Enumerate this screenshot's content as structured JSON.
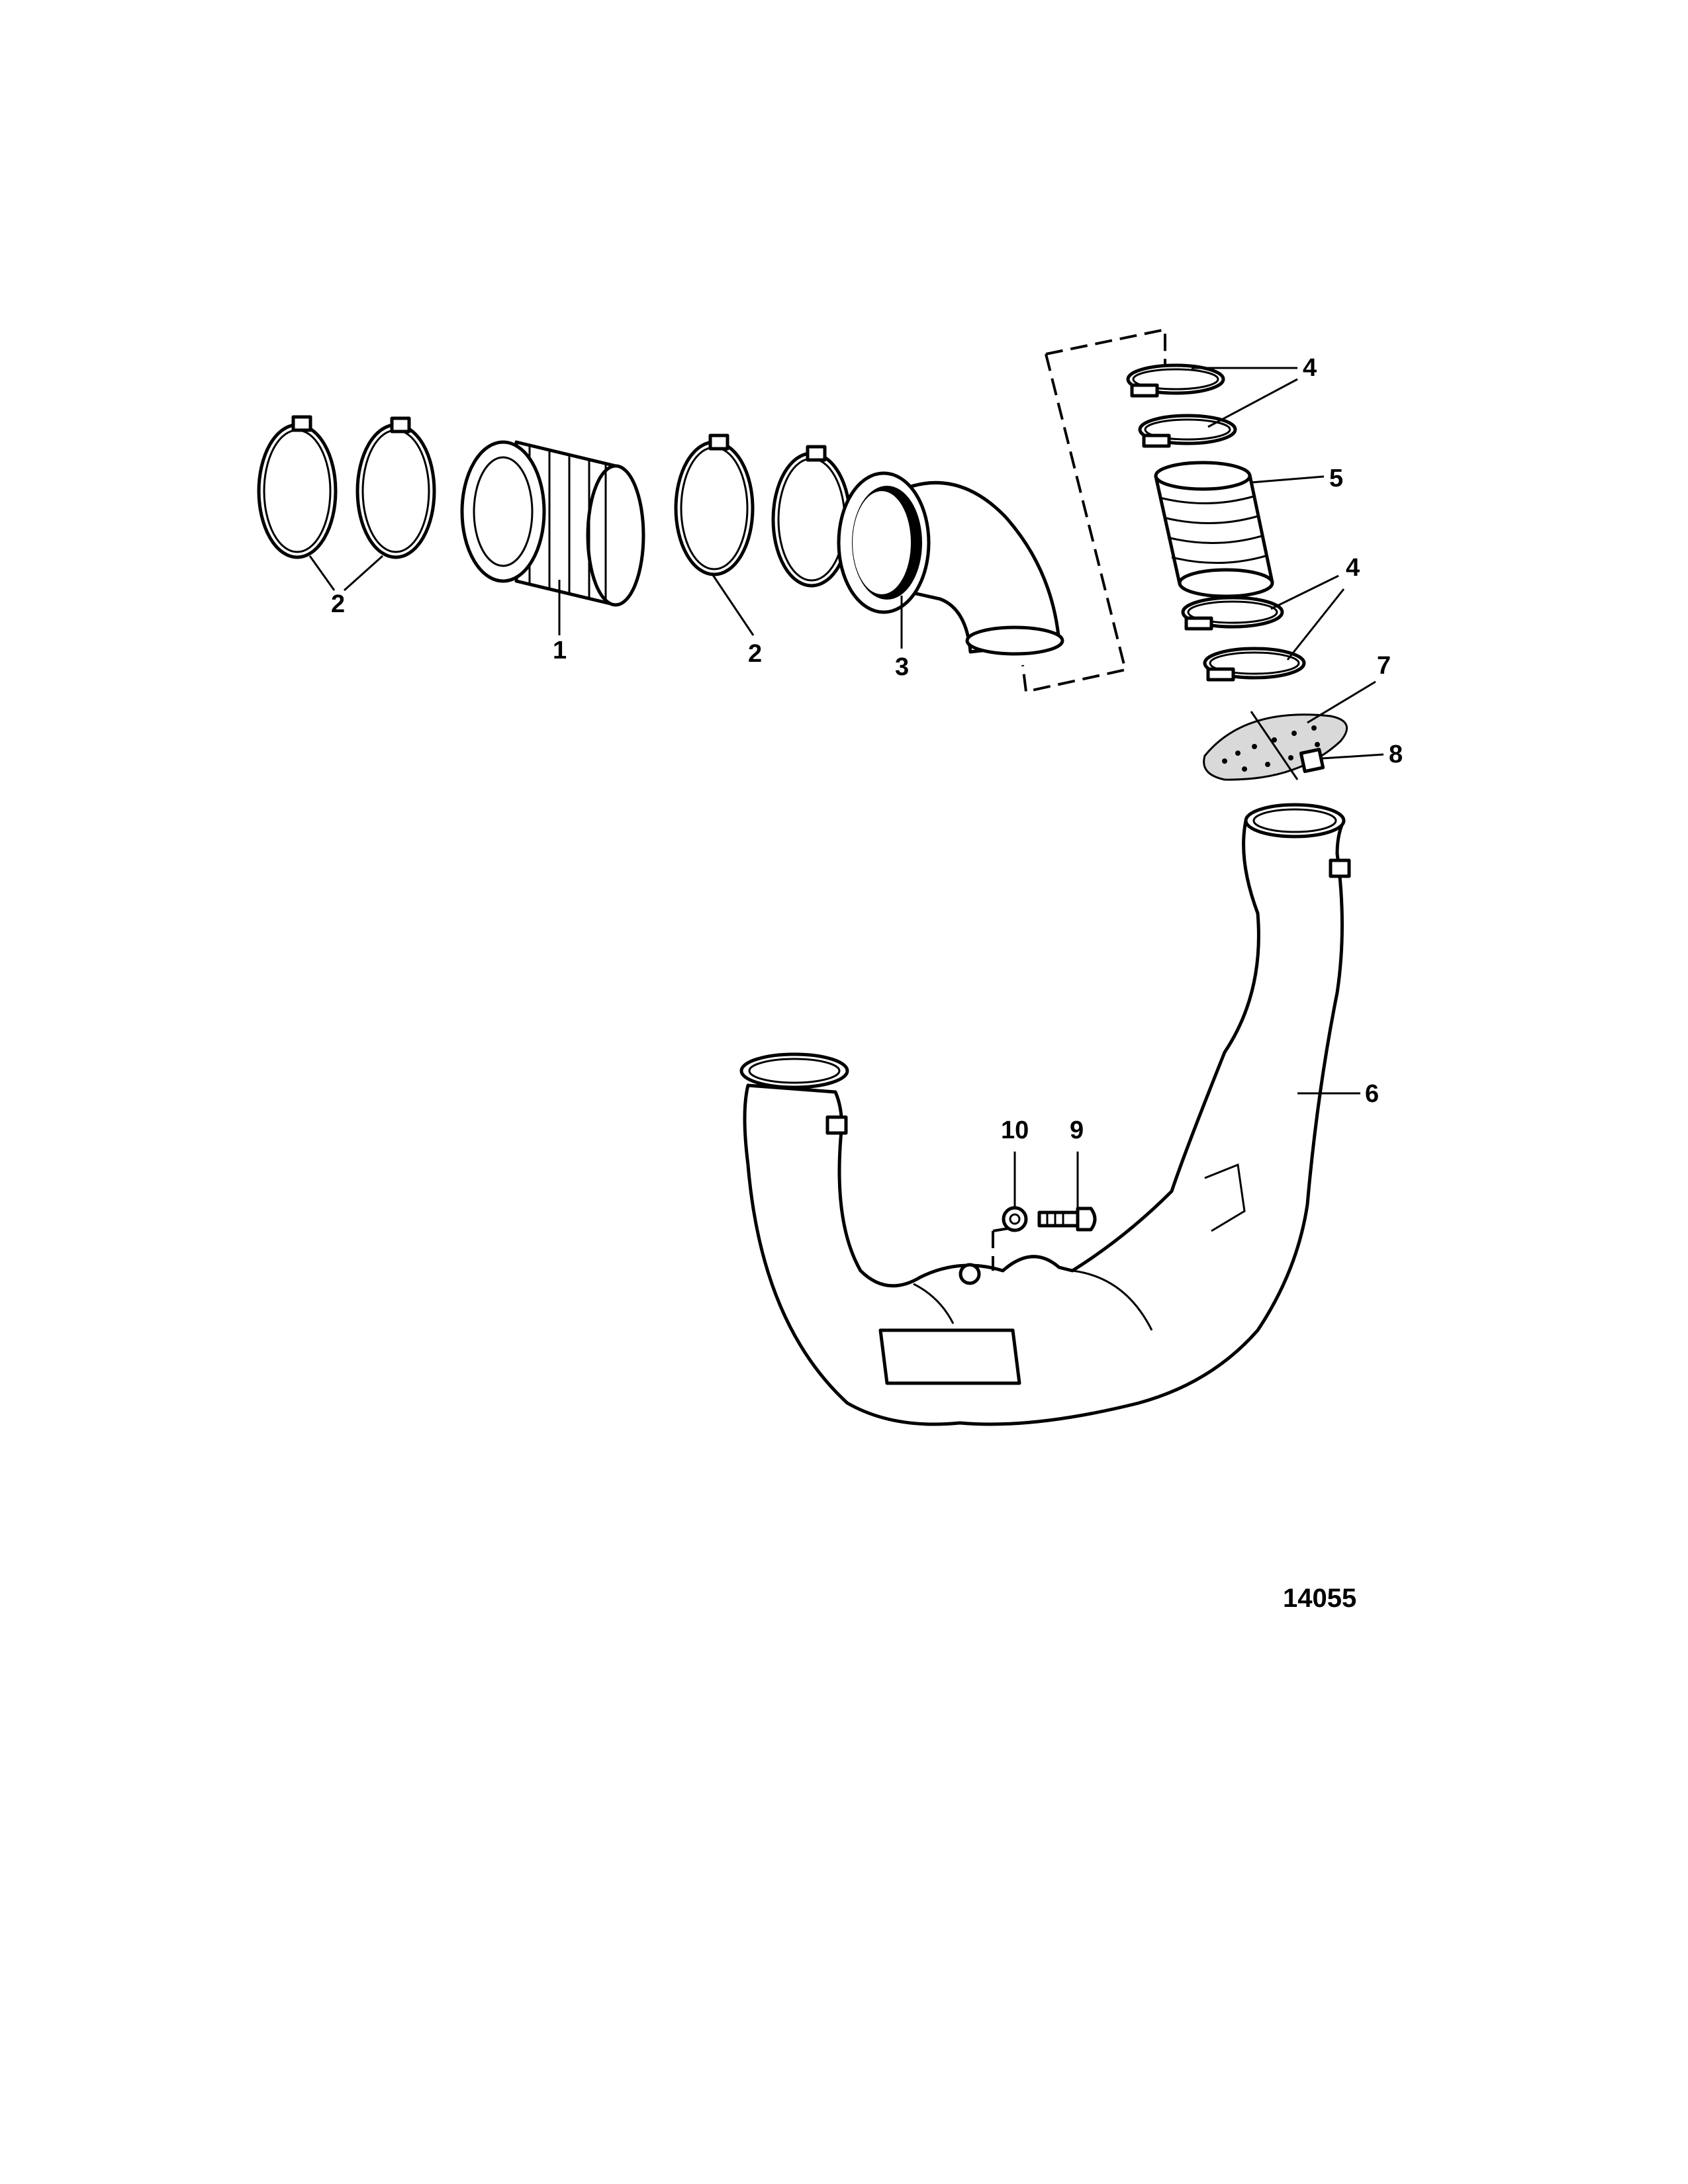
{
  "callouts": {
    "c1": "1",
    "c2a": "2",
    "c2b": "2",
    "c3": "3",
    "c4a": "4",
    "c4b": "4",
    "c5": "5",
    "c6": "6",
    "c7": "7",
    "c8": "8",
    "c9": "9",
    "c10": "10"
  },
  "figure_number": "14055"
}
